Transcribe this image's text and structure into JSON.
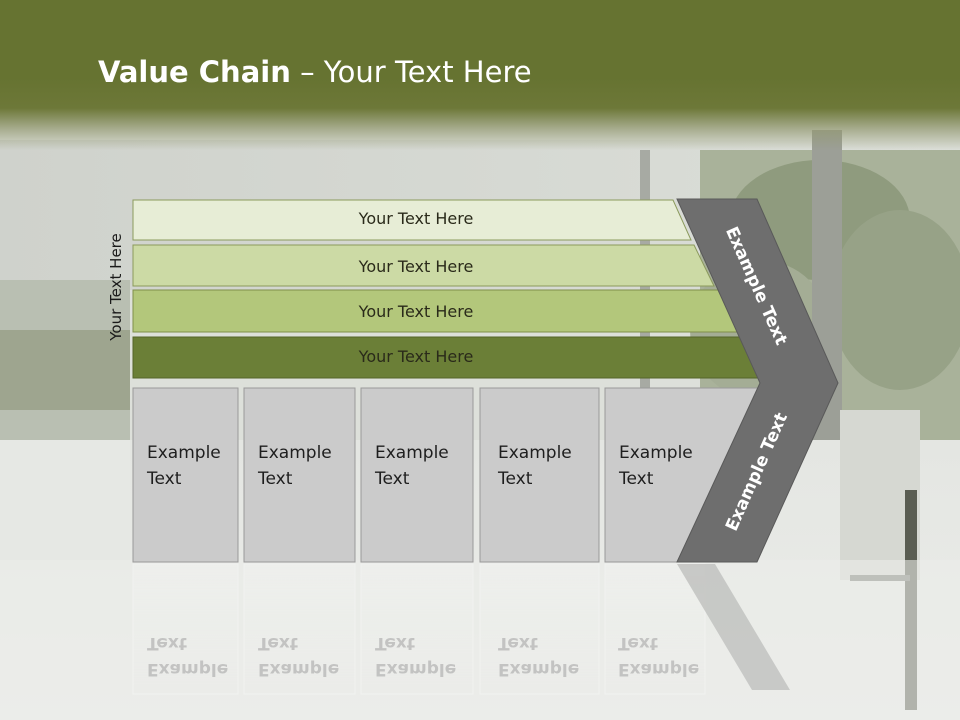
{
  "title": {
    "bold": "Value Chain",
    "rest": " – Your Text Here"
  },
  "side_label": "Your Text Here",
  "rows": [
    {
      "label": "Your Text Here",
      "color": "#e7edd6"
    },
    {
      "label": "Your Text Here",
      "color": "#ccdaa5"
    },
    {
      "label": "Your Text Here",
      "color": "#b3c77b"
    },
    {
      "label": "Your Text Here",
      "color": "#6b7f37"
    }
  ],
  "boxes": [
    {
      "line1": "Example",
      "line2": "Text"
    },
    {
      "line1": "Example",
      "line2": "Text"
    },
    {
      "line1": "Example",
      "line2": "Text"
    },
    {
      "line1": "Example",
      "line2": "Text"
    },
    {
      "line1": "Example",
      "line2": "Text"
    }
  ],
  "chevron": {
    "upper": "Example Text",
    "lower": "Example Text",
    "color": "#6e6e6e"
  },
  "colors": {
    "header": "#667331",
    "box_fill": "#cbcbcb",
    "box_border": "#9a9a9a"
  }
}
